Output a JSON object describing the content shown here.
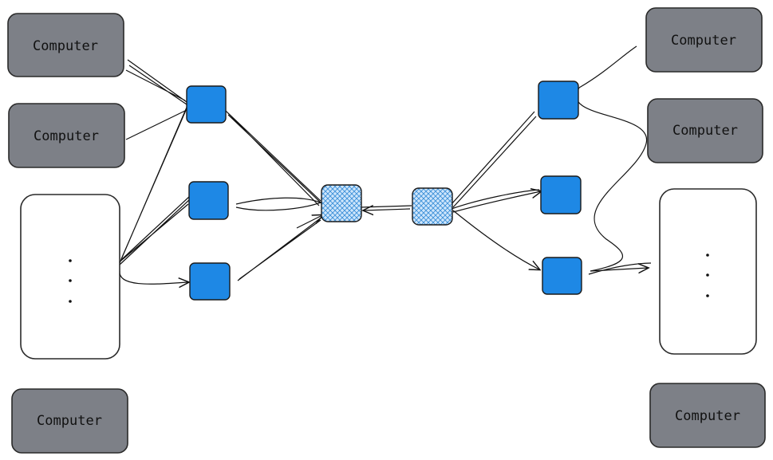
{
  "computers": [
    {
      "id": "left-top",
      "label": "Computer"
    },
    {
      "id": "left-second",
      "label": "Computer"
    },
    {
      "id": "left-bottom",
      "label": "Computer"
    },
    {
      "id": "right-top",
      "label": "Computer"
    },
    {
      "id": "right-second",
      "label": "Computer"
    },
    {
      "id": "right-bottom",
      "label": "Computer"
    }
  ],
  "ellipsis_groups": [
    {
      "id": "left-ellipsis",
      "dots": "..."
    },
    {
      "id": "right-ellipsis",
      "dots": "..."
    }
  ],
  "colors": {
    "computer_fill": "#7d8087",
    "computer_stroke": "#2a2a2a",
    "switch_fill": "#1e88e5",
    "router_fill": "#a8d0f5",
    "router_hatch": "#3a8fd8",
    "line": "#111111"
  }
}
